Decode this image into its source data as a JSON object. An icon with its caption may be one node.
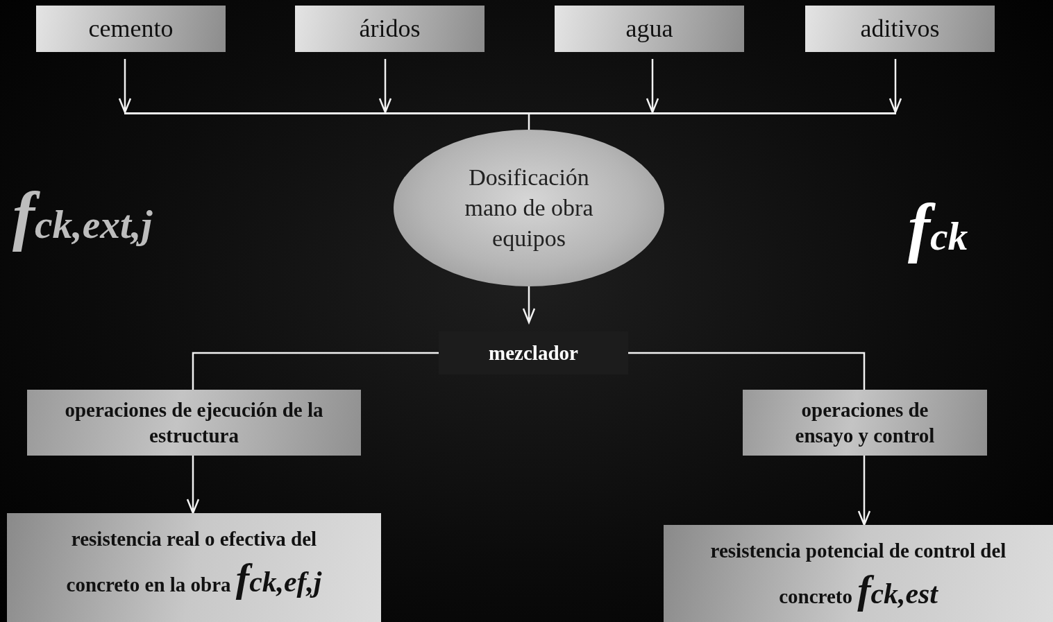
{
  "diagram": {
    "nodes": [
      {
        "text": [
          "cemento"
        ]
      },
      {
        "text": [
          "áridos"
        ]
      },
      {
        "text": [
          "agua"
        ]
      },
      {
        "text": [
          "aditivos"
        ]
      },
      {
        "text": [],
        "shape": "bar"
      },
      {
        "text": [
          "Dosificación mano de obra equipos"
        ]
      },
      {
        "text": [
          "mezclador"
        ]
      },
      {
        "text": [
          "operaciones de ejecución de la estructura"
        ]
      },
      {
        "text": [
          "operaciones de ensayo y control"
        ]
      },
      {
        "text": [
          "resistencia real o efectiva del concreto en la obra",
          "f$_{ck,ef,j}$"
        ]
      },
      {
        "text": [
          "resistencia potencial de control del concreto",
          "f$_{ck,est}$"
        ]
      }
    ],
    "edges": [
      {
        "from": 0,
        "to": 4,
        "arrow": "to"
      },
      {
        "from": 1,
        "to": 4,
        "arrow": "to"
      },
      {
        "from": 2,
        "to": 4,
        "arrow": "to"
      },
      {
        "from": 3,
        "to": 4,
        "arrow": "to"
      },
      {
        "from": 4,
        "to": 5,
        "arrow": "none"
      },
      {
        "from": 5,
        "to": 6,
        "arrow": "to"
      },
      {
        "from": 6,
        "to": 7,
        "arrow": "none"
      },
      {
        "from": 6,
        "to": 8,
        "arrow": "none"
      },
      {
        "from": 7,
        "to": 9,
        "arrow": "to"
      },
      {
        "from": 8,
        "to": 10,
        "arrow": "to"
      }
    ],
    "labels": [
      "f$_{ck,ext,j}$",
      "f$_{ck}$"
    ]
  }
}
